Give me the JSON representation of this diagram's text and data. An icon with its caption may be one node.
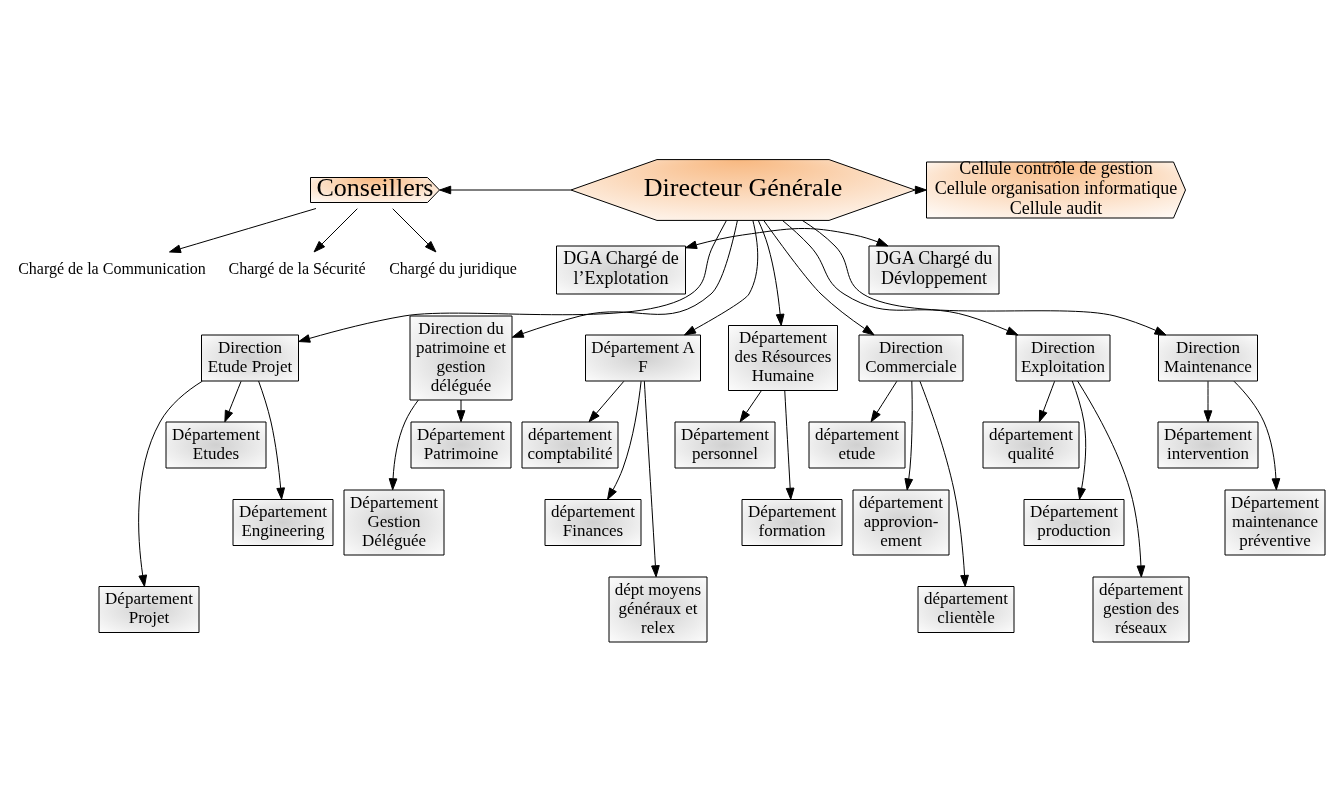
{
  "diagram": {
    "nodes": [
      {
        "text": [
          "Directeur Générale"
        ]
      },
      {
        "text": [
          "Conseillers"
        ]
      },
      {
        "text": [
          "Cellule contrôle de gestion",
          "Cellule organisation informatique",
          "Cellule audit"
        ]
      },
      {
        "text": [
          "Chargé de la Communication"
        ]
      },
      {
        "text": [
          "Chargé de la Sécurité"
        ]
      },
      {
        "text": [
          "Chargé du juridique"
        ]
      },
      {
        "text": [
          "DGA Chargé de l’Explotation"
        ]
      },
      {
        "text": [
          "DGA Chargé du Dévloppement"
        ]
      },
      {
        "text": [
          "Département A F"
        ]
      },
      {
        "text": [
          "Département des Résources Humaine"
        ]
      },
      {
        "text": [
          "Direction Commerciale"
        ]
      },
      {
        "text": [
          "Direction Exploitation"
        ]
      },
      {
        "text": [
          "Direction Maintenance"
        ]
      },
      {
        "text": [
          "Direction Etude Projet"
        ]
      },
      {
        "text": [
          "Direction du patrimoine et gestion déléguée"
        ]
      },
      {
        "text": [
          "département comptabilité"
        ]
      },
      {
        "text": [
          "département Finances"
        ]
      },
      {
        "text": [
          "dépt moyens généraux et relex"
        ]
      },
      {
        "text": [
          "Département personnel"
        ]
      },
      {
        "text": [
          "Département formation"
        ]
      },
      {
        "text": [
          "département etude"
        ]
      },
      {
        "text": [
          "département approvion- ement"
        ]
      },
      {
        "text": [
          "département clientèle"
        ]
      },
      {
        "text": [
          "département qualité"
        ]
      },
      {
        "text": [
          "Département production"
        ]
      },
      {
        "text": [
          "département gestion des réseaux"
        ]
      },
      {
        "text": [
          "Département intervention"
        ]
      },
      {
        "text": [
          "Département maintenance préventive"
        ]
      },
      {
        "text": [
          "Département Etudes"
        ]
      },
      {
        "text": [
          "Département Engineering"
        ]
      },
      {
        "text": [
          "Département Projet"
        ]
      },
      {
        "text": [
          "Département Patrimoine"
        ]
      },
      {
        "text": [
          "Département Gestion Déléguée"
        ]
      }
    ],
    "edges": [
      {
        "from": 0,
        "to": 1,
        "arrow": "to"
      },
      {
        "from": 0,
        "to": 2,
        "arrow": "to"
      },
      {
        "from": 1,
        "to": 3,
        "arrow": "to"
      },
      {
        "from": 1,
        "to": 4,
        "arrow": "to"
      },
      {
        "from": 1,
        "to": 5,
        "arrow": "to"
      },
      {
        "from": 6,
        "to": 7,
        "arrow": "both"
      },
      {
        "from": 0,
        "to": 8,
        "arrow": "to"
      },
      {
        "from": 0,
        "to": 9,
        "arrow": "to"
      },
      {
        "from": 0,
        "to": 10,
        "arrow": "to"
      },
      {
        "from": 0,
        "to": 11,
        "arrow": "to"
      },
      {
        "from": 0,
        "to": 12,
        "arrow": "to"
      },
      {
        "from": 0,
        "to": 13,
        "arrow": "to"
      },
      {
        "from": 0,
        "to": 14,
        "arrow": "to"
      },
      {
        "from": 8,
        "to": 15,
        "arrow": "to"
      },
      {
        "from": 8,
        "to": 16,
        "arrow": "to"
      },
      {
        "from": 8,
        "to": 17,
        "arrow": "to"
      },
      {
        "from": 9,
        "to": 18,
        "arrow": "to"
      },
      {
        "from": 9,
        "to": 19,
        "arrow": "to"
      },
      {
        "from": 10,
        "to": 20,
        "arrow": "to"
      },
      {
        "from": 10,
        "to": 21,
        "arrow": "to"
      },
      {
        "from": 10,
        "to": 22,
        "arrow": "to"
      },
      {
        "from": 11,
        "to": 23,
        "arrow": "to"
      },
      {
        "from": 11,
        "to": 24,
        "arrow": "to"
      },
      {
        "from": 11,
        "to": 25,
        "arrow": "to"
      },
      {
        "from": 12,
        "to": 26,
        "arrow": "to"
      },
      {
        "from": 12,
        "to": 27,
        "arrow": "to"
      },
      {
        "from": 13,
        "to": 28,
        "arrow": "to"
      },
      {
        "from": 13,
        "to": 29,
        "arrow": "to"
      },
      {
        "from": 13,
        "to": 30,
        "arrow": "to"
      },
      {
        "from": 14,
        "to": 31,
        "arrow": "to"
      },
      {
        "from": 14,
        "to": 32,
        "arrow": "to"
      }
    ]
  }
}
